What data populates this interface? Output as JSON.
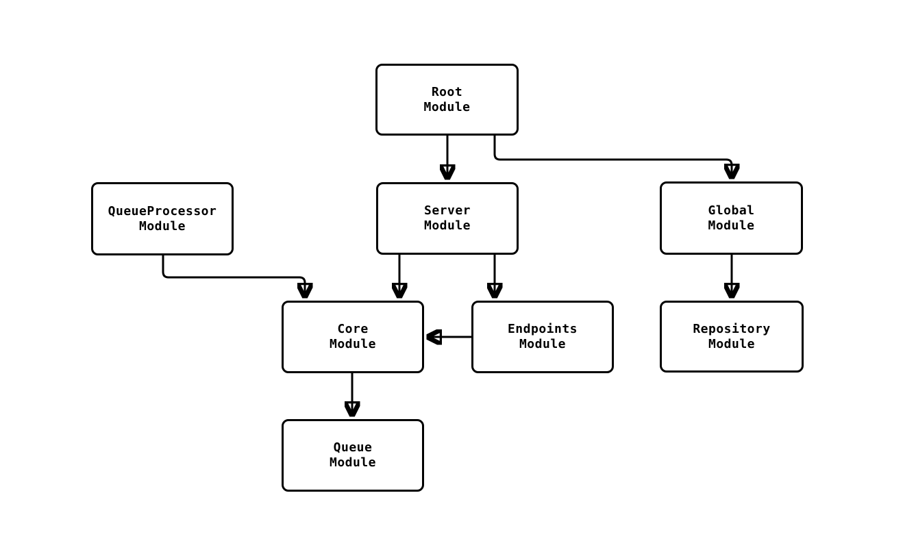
{
  "diagram": {
    "type": "flowchart",
    "background_color": "#ffffff",
    "stroke_color": "#000000",
    "node_fill_color": "#ffffff",
    "nodes": {
      "root": {
        "label": "Root\nModule"
      },
      "queueprocessor": {
        "label": "QueueProcessor\nModule"
      },
      "server": {
        "label": "Server\nModule"
      },
      "global": {
        "label": "Global\nModule"
      },
      "core": {
        "label": "Core\nModule"
      },
      "endpoints": {
        "label": "Endpoints\nModule"
      },
      "repository": {
        "label": "Repository\nModule"
      },
      "queue": {
        "label": "Queue\nModule"
      }
    },
    "edges": [
      {
        "from": "Root Module",
        "to": "Server Module"
      },
      {
        "from": "Root Module",
        "to": "Global Module"
      },
      {
        "from": "QueueProcessor Module",
        "to": "Core Module"
      },
      {
        "from": "Server Module",
        "to": "Core Module"
      },
      {
        "from": "Server Module",
        "to": "Endpoints Module"
      },
      {
        "from": "Endpoints Module",
        "to": "Core Module"
      },
      {
        "from": "Global Module",
        "to": "Repository Module"
      },
      {
        "from": "Core Module",
        "to": "Queue Module"
      }
    ]
  }
}
